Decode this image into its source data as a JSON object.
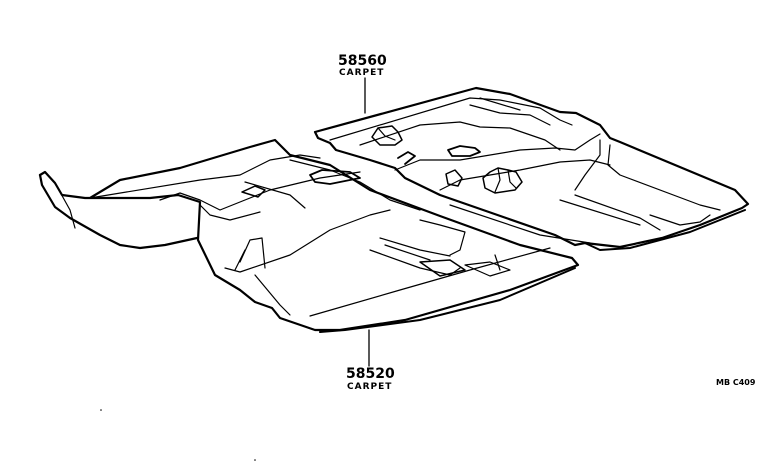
{
  "diagram": {
    "type": "parts-exploded-view",
    "colors": {
      "background": "#ffffff",
      "ink": "#000000"
    },
    "callouts": [
      {
        "part_number": "58560",
        "part_name": "CARPET",
        "position": "rear"
      },
      {
        "part_number": "58520",
        "part_name": "CARPET",
        "position": "front"
      }
    ],
    "figure_code": "MB C409"
  }
}
